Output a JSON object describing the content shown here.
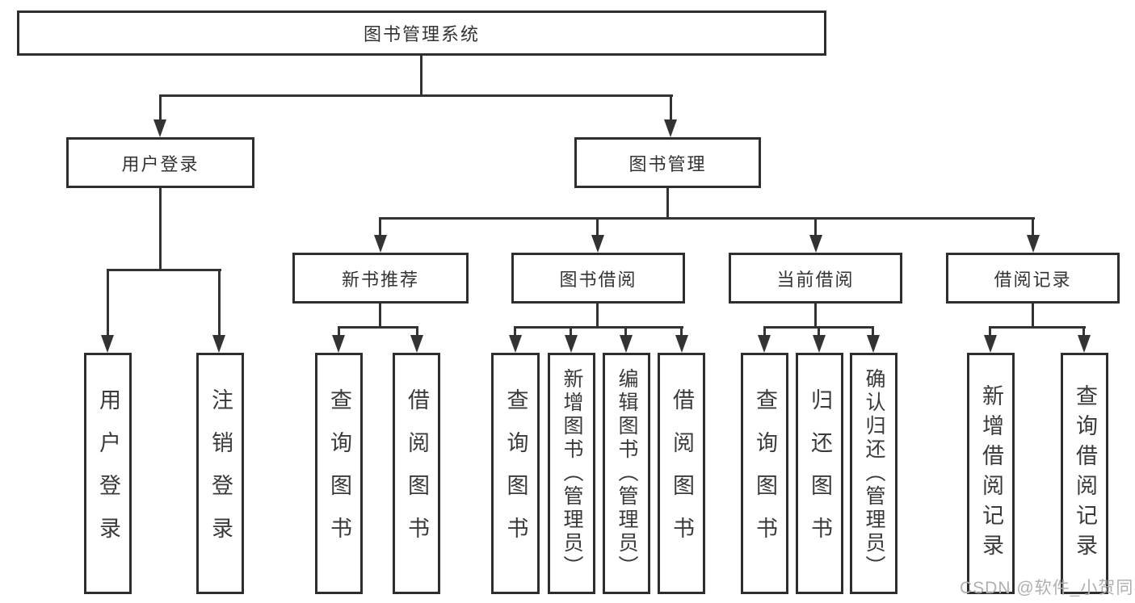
{
  "diagram": {
    "type": "hierarchy",
    "root": {
      "label": "图书管理系统"
    },
    "login": {
      "label": "用户登录",
      "children": [
        "用户登录",
        "注销登录"
      ]
    },
    "manage": {
      "label": "图书管理"
    },
    "modules": [
      {
        "label": "新书推荐",
        "children": [
          "查询图书",
          "借阅图书"
        ]
      },
      {
        "label": "图书借阅",
        "children": [
          "查询图书",
          "新增图书（管理员）",
          "编辑图书（管理员）",
          "借阅图书"
        ]
      },
      {
        "label": "当前借阅",
        "children": [
          "查询图书",
          "归还图书",
          "确认归还（管理员）"
        ]
      },
      {
        "label": "借阅记录",
        "children": [
          "新增借阅记录",
          "查询借阅记录"
        ]
      }
    ]
  },
  "watermark": {
    "text": "CSDN @软件_小贺同学"
  },
  "colors": {
    "line": "#333333",
    "box_border": "#2e2e2e",
    "text": "#3a3a3a",
    "watermark": "#b0b0b0",
    "background": "#ffffff"
  }
}
